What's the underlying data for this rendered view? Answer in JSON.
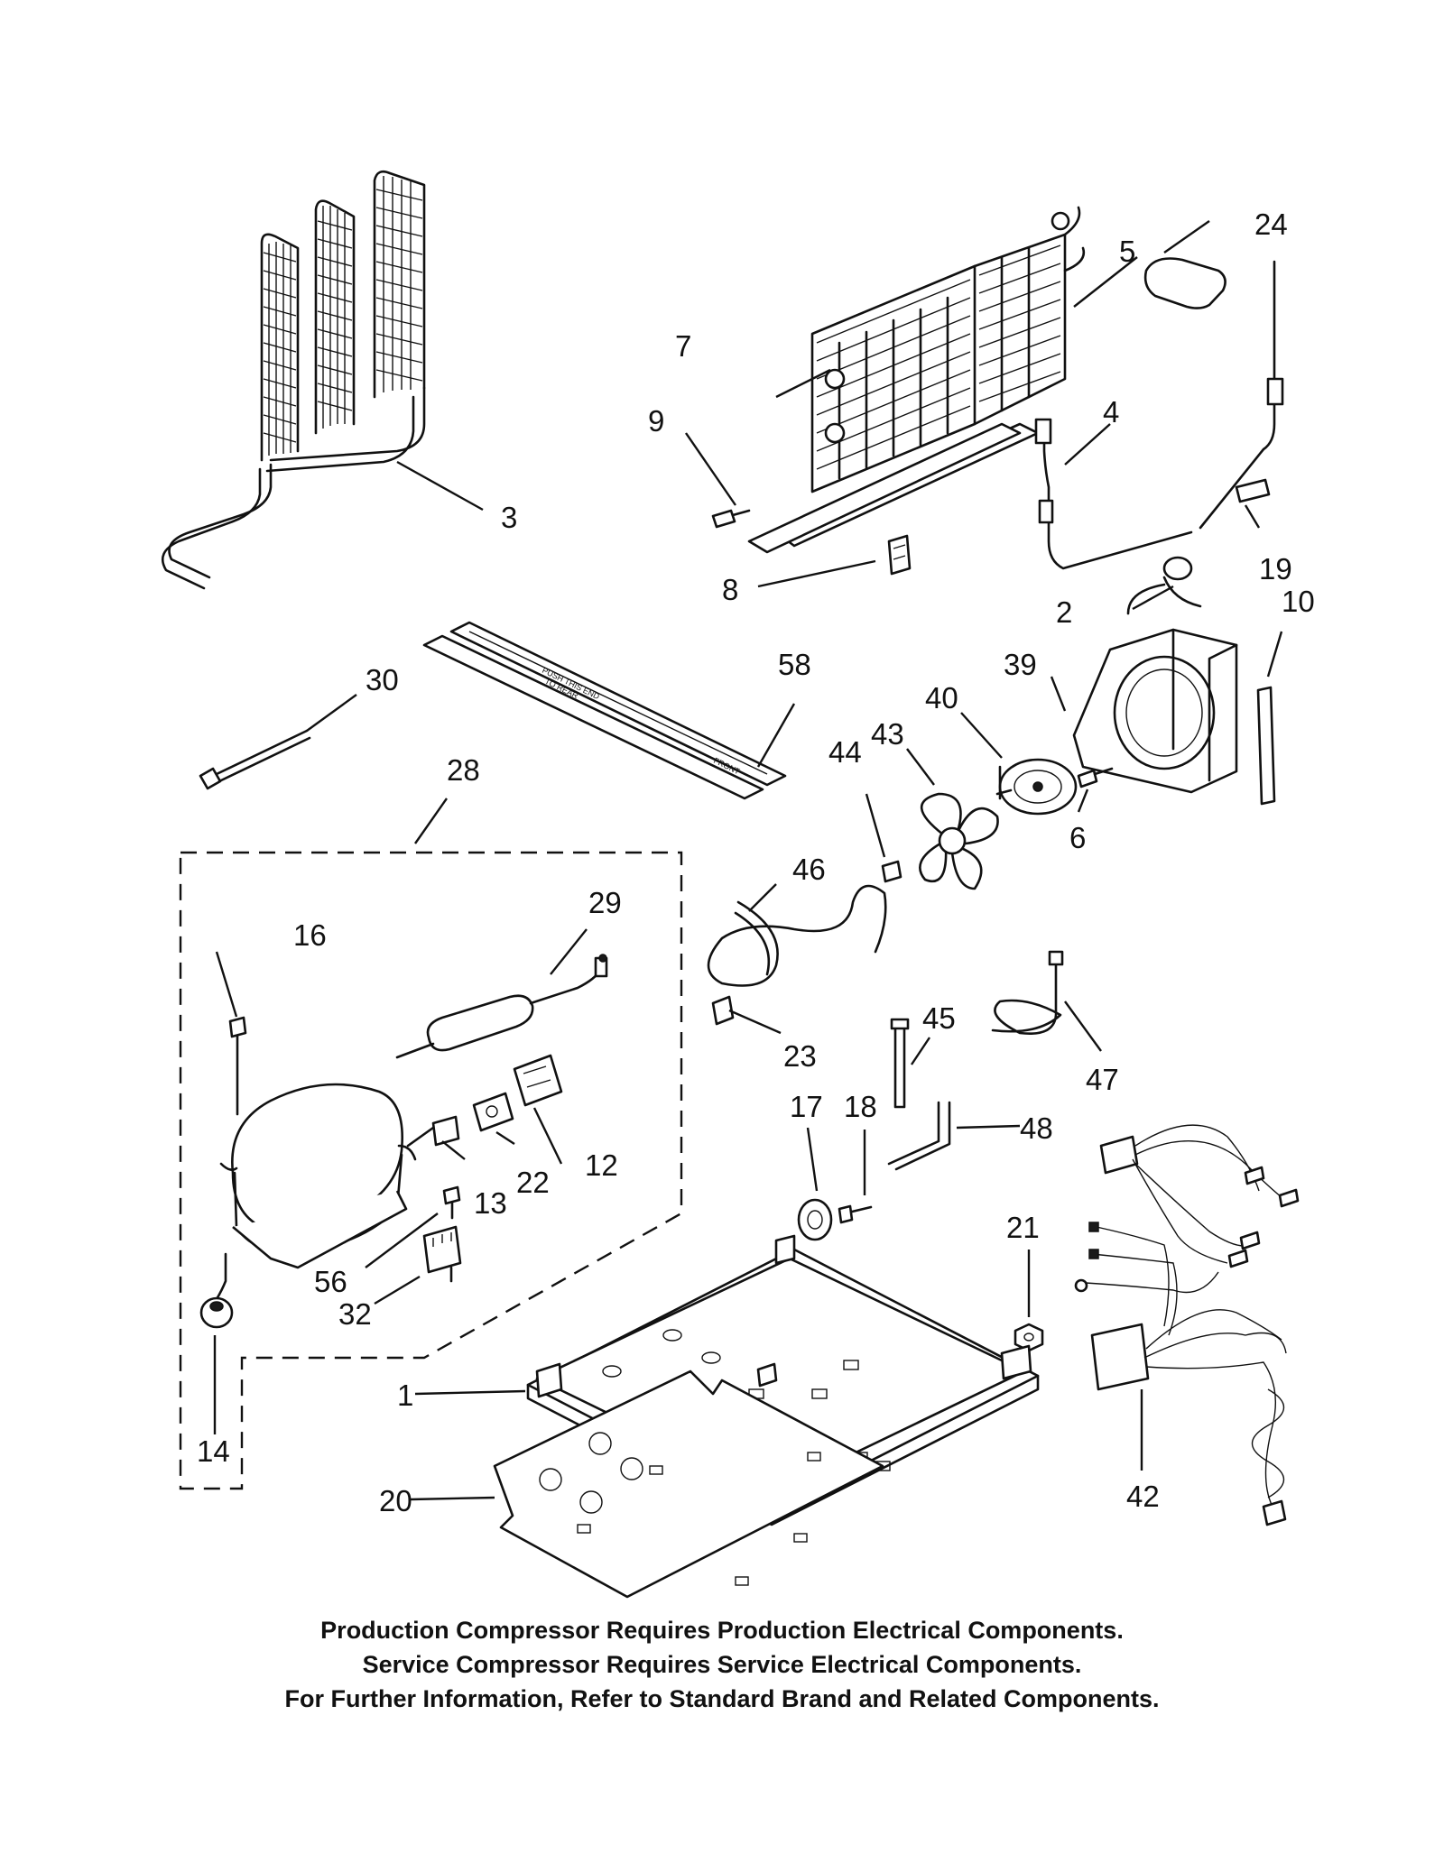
{
  "callouts": {
    "c1": "1",
    "c2": "2",
    "c3": "3",
    "c4": "4",
    "c5": "5",
    "c6": "6",
    "c7": "7",
    "c8": "8",
    "c9": "9",
    "c10": "10",
    "c12": "12",
    "c13": "13",
    "c14": "14",
    "c16": "16",
    "c17": "17",
    "c18": "18",
    "c19": "19",
    "c20": "20",
    "c21": "21",
    "c22": "22",
    "c23": "23",
    "c24": "24",
    "c28": "28",
    "c29": "29",
    "c30": "30",
    "c32": "32",
    "c39": "39",
    "c40": "40",
    "c42": "42",
    "c43": "43",
    "c44": "44",
    "c45": "45",
    "c46": "46",
    "c47": "47",
    "c48": "48",
    "c56": "56",
    "c58": "58"
  },
  "tray_marking": {
    "push_line1": "PUSH THIS END",
    "push_line2": "TO REAR",
    "front": "FRONT"
  },
  "notes": {
    "line1": "Production Compressor Requires Production Electrical Components.",
    "line2": "Service Compressor Requires Service Electrical Components.",
    "line3": "For Further Information, Refer to Standard Brand and Related Components."
  }
}
